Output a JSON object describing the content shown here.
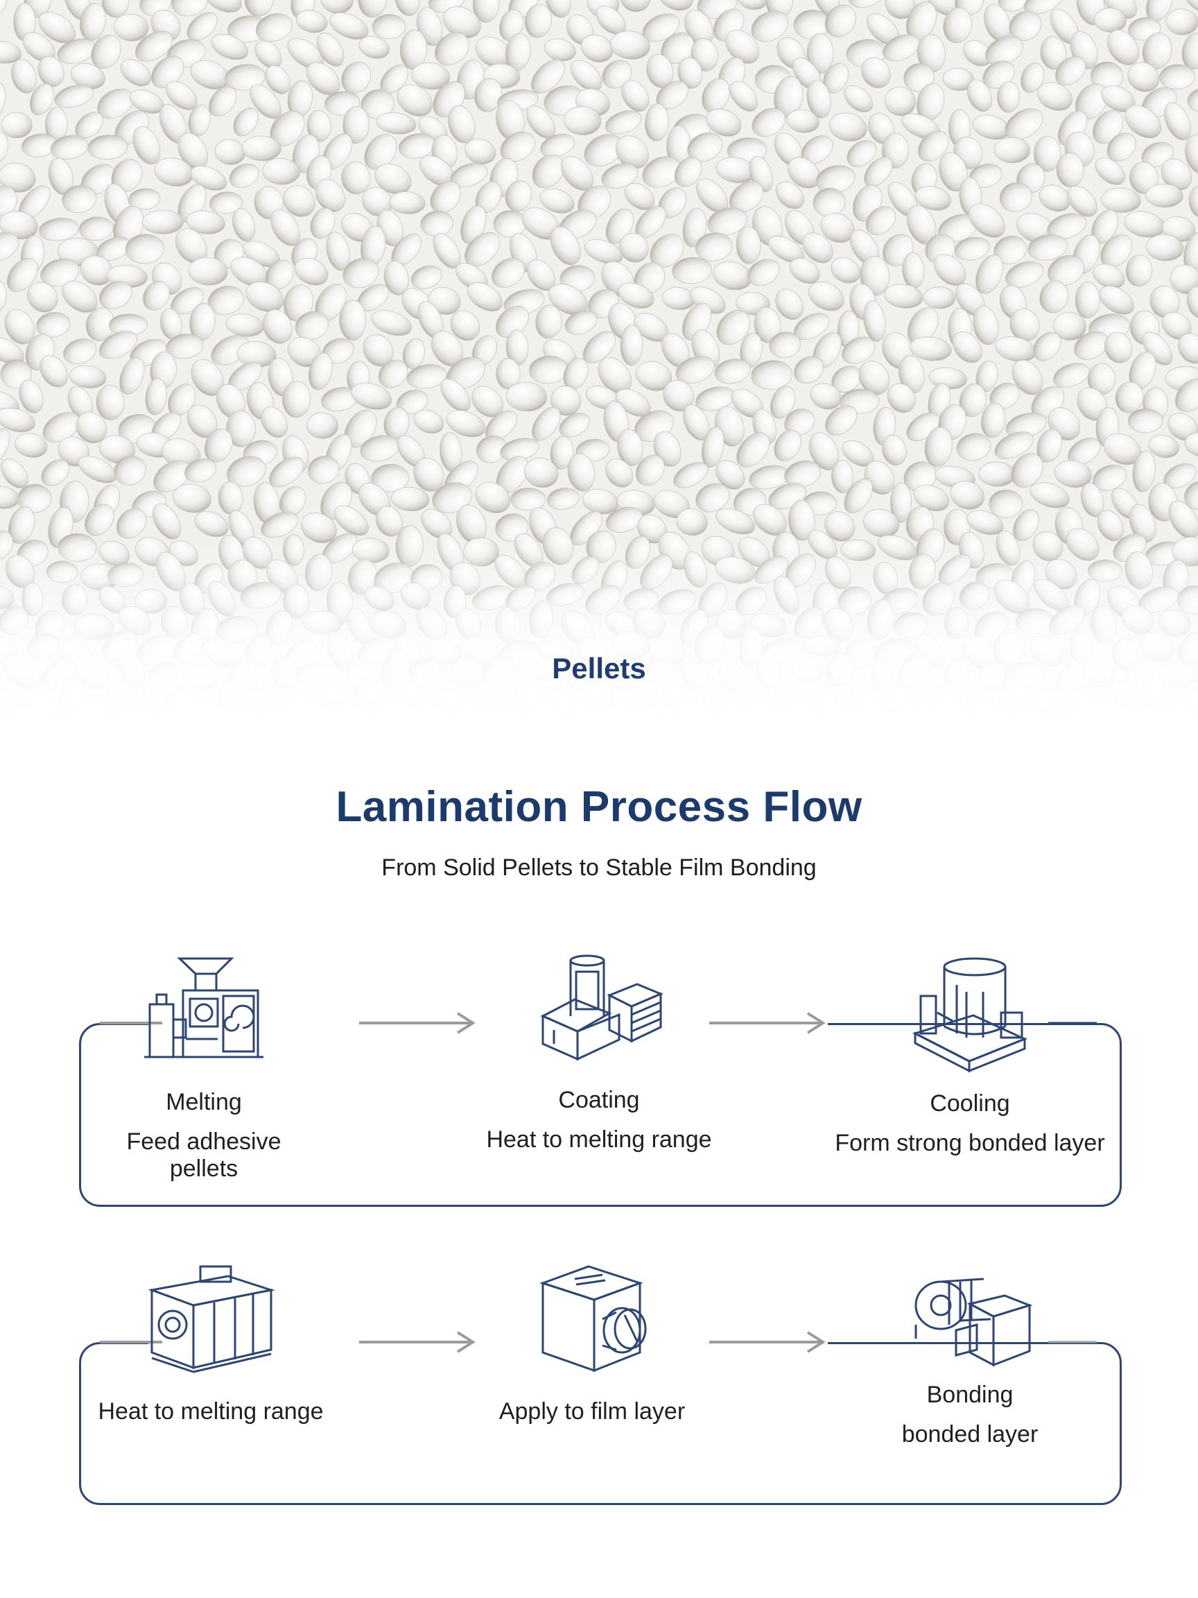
{
  "hero": {
    "label": "Pellets"
  },
  "header": {
    "title": "Lamination Process Flow",
    "subtitle": "From Solid Pellets to Stable Film Bonding"
  },
  "rows": [
    {
      "steps": [
        {
          "icon": "melting-machine-icon",
          "title": "Melting",
          "desc": "Feed adhesive pellets"
        },
        {
          "icon": "coating-machine-icon",
          "title": "Coating",
          "desc": "Heat to melting range"
        },
        {
          "icon": "cooling-machine-icon",
          "title": "Cooling",
          "desc": "Form strong bonded layer"
        }
      ]
    },
    {
      "steps": [
        {
          "icon": "heater-machine-icon",
          "title": "",
          "desc": "Heat to melting range"
        },
        {
          "icon": "applicator-machine-icon",
          "title": "",
          "desc": "Apply to film layer"
        },
        {
          "icon": "bonding-machine-icon",
          "title": "Bonding",
          "desc": "bonded layer"
        }
      ]
    }
  ],
  "colors": {
    "accent": "#1b3a6d",
    "frame": "#2b4675",
    "arrow": "#9a9a9a",
    "icon": "#2b4675"
  }
}
